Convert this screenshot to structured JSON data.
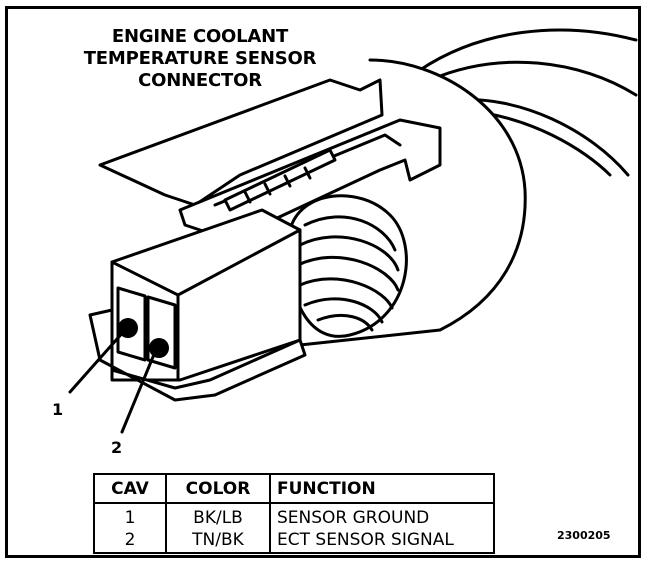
{
  "title": {
    "line1": "ENGINE COOLANT",
    "line2": "TEMPERATURE SENSOR",
    "line3": "CONNECTOR"
  },
  "callouts": {
    "pin1": "1",
    "pin2": "2"
  },
  "table": {
    "headers": {
      "cav": "CAV",
      "color": "COLOR",
      "function": "FUNCTION"
    },
    "rows": [
      {
        "cav": "1",
        "color": "BK/LB",
        "function": "SENSOR GROUND"
      },
      {
        "cav": "2",
        "color": "TN/BK",
        "function": "ECT SENSOR SIGNAL"
      }
    ]
  },
  "figure_code": "2300205"
}
